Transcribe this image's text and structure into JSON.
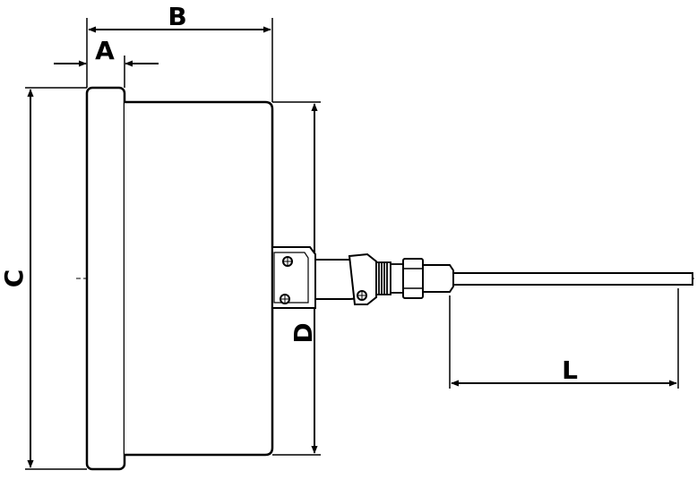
{
  "labels": {
    "A": "A",
    "B": "B",
    "C": "C",
    "D": "D",
    "L": "L"
  }
}
